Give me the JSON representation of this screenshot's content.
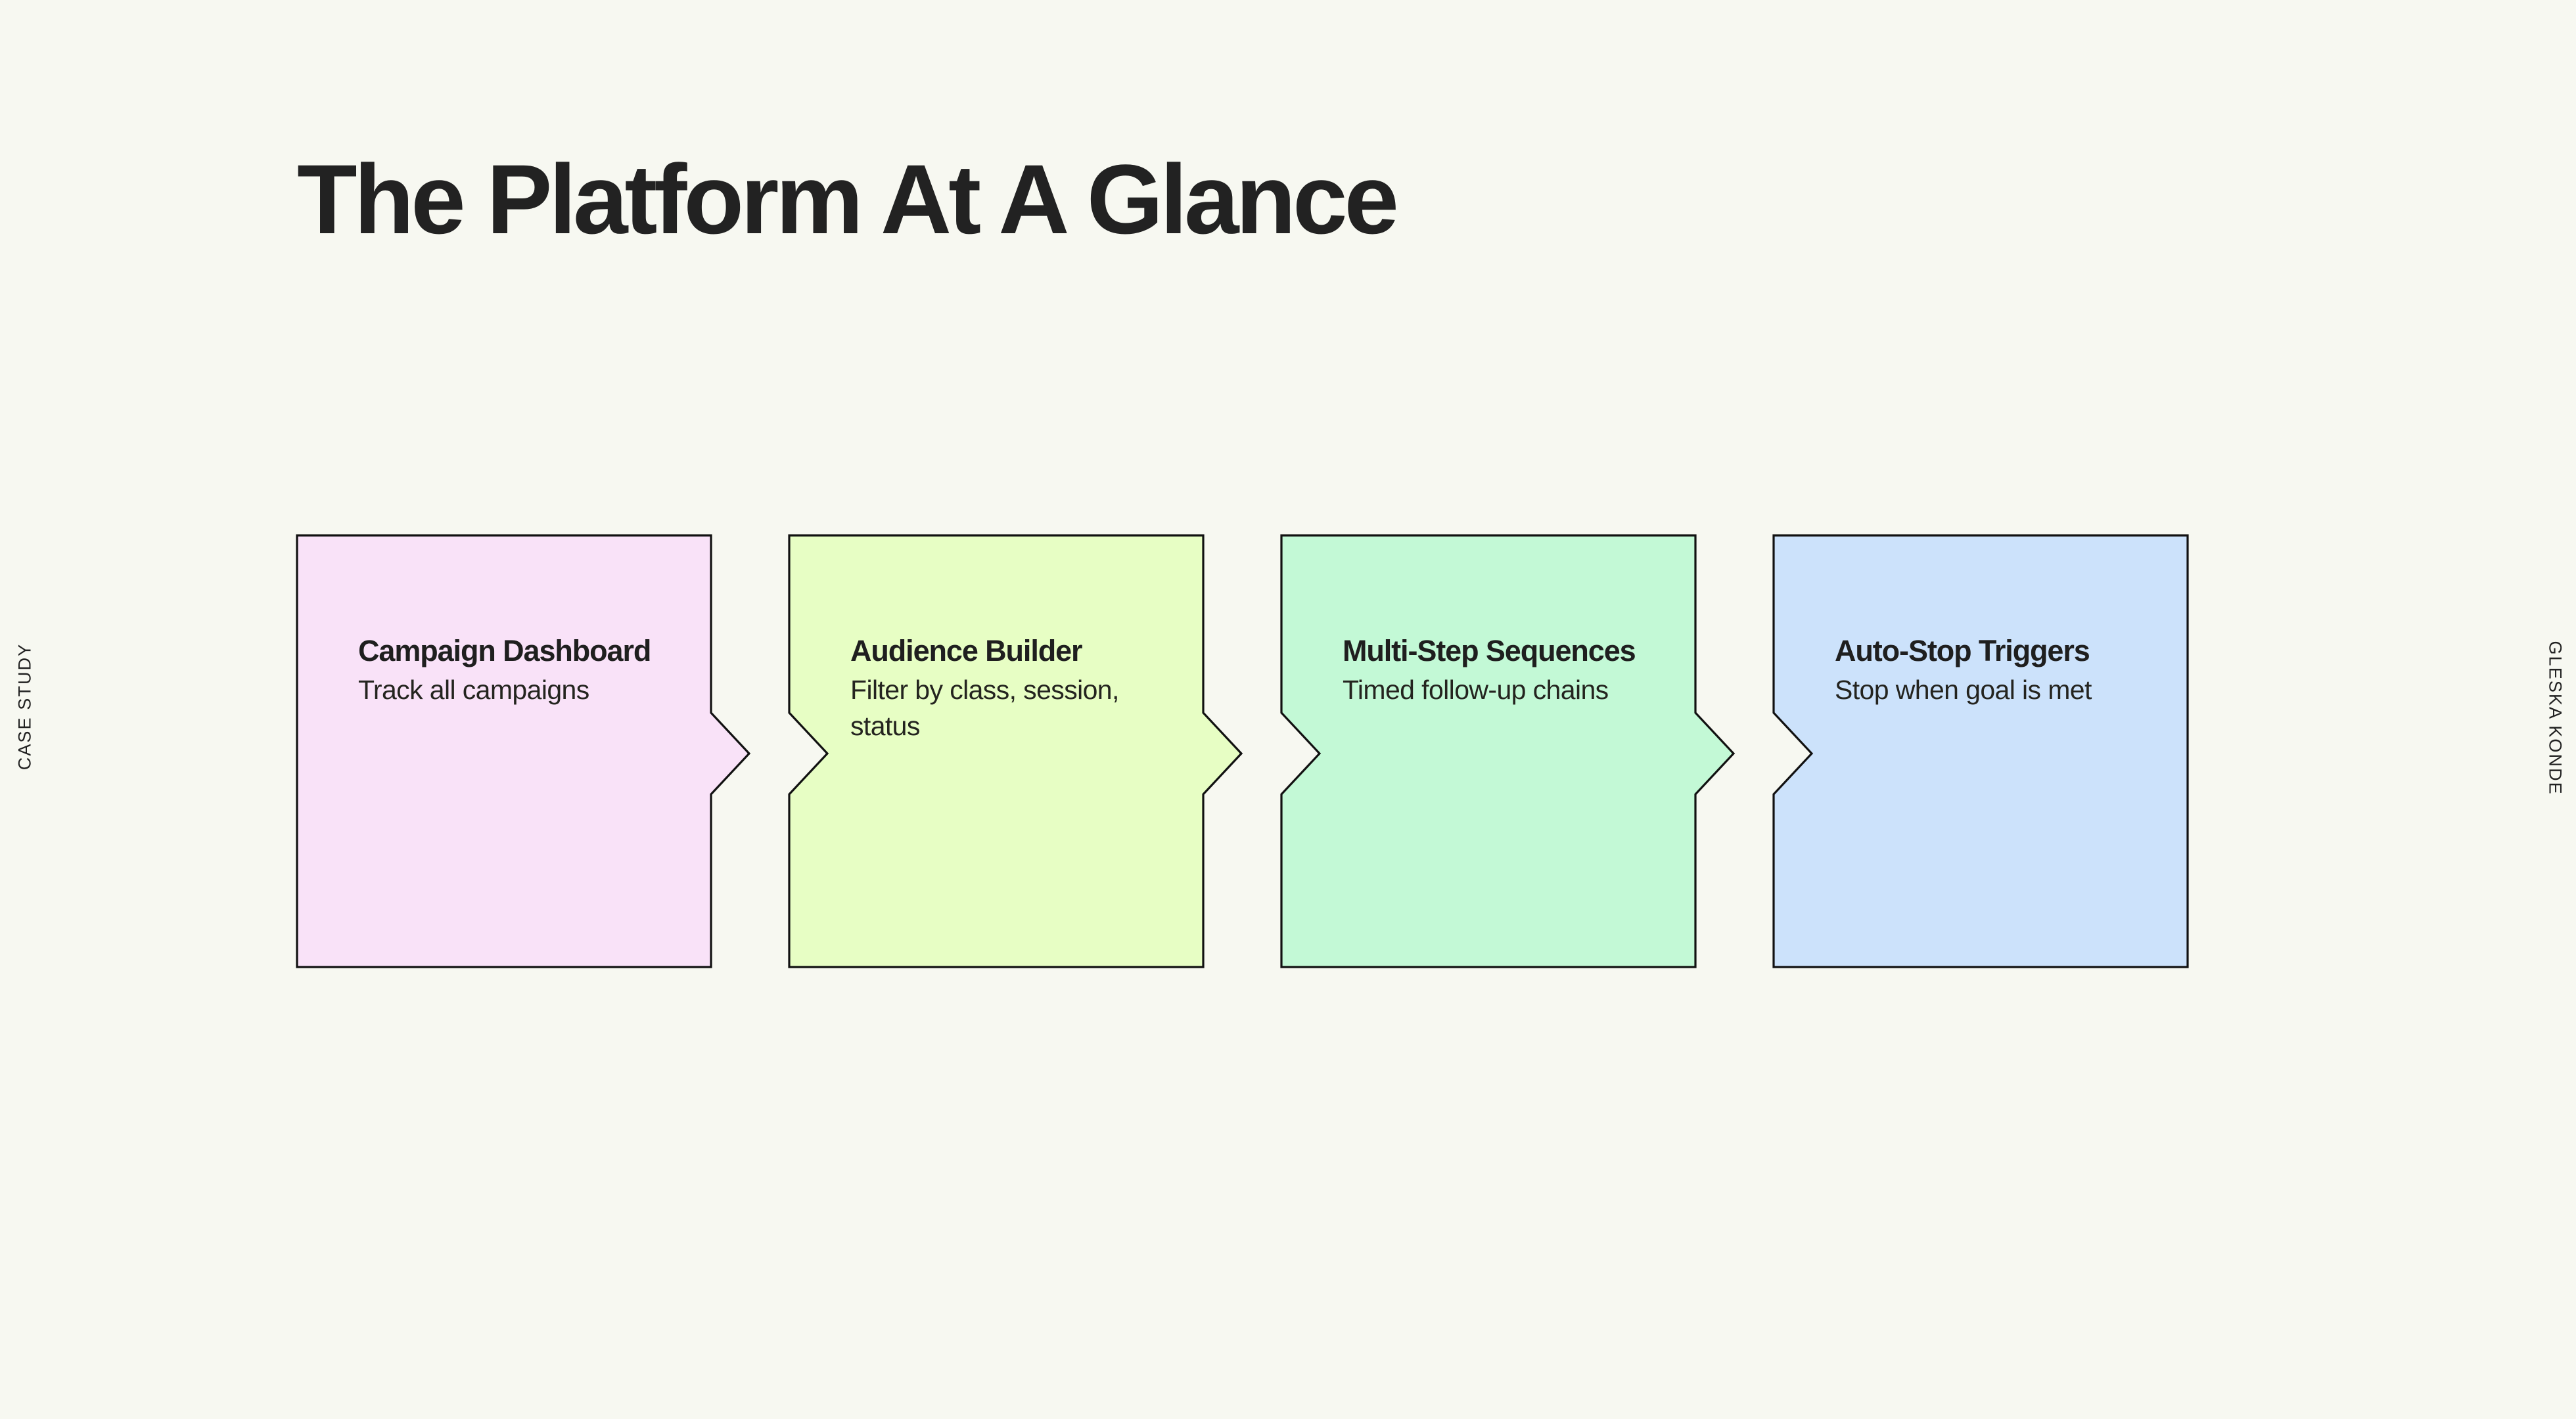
{
  "page": {
    "title": "The Platform At A Glance",
    "background_color": "#F7F8F1",
    "text_color": "#222222",
    "border_color": "#111111"
  },
  "side_labels": {
    "left": "CASE STUDY",
    "right": "GLESKA KONDE"
  },
  "flow": {
    "type": "chevron-process",
    "steps": [
      {
        "heading": "Campaign Dashboard",
        "description": "Track all campaigns",
        "color": "#F9E2F8",
        "has_arrow": true
      },
      {
        "heading": "Audience Builder",
        "description": "Filter by class, session, status",
        "color": "#E7FEC4",
        "has_arrow": true
      },
      {
        "heading": "Multi-Step Sequences",
        "description": "Timed follow-up chains",
        "color": "#C3F9D6",
        "has_arrow": true
      },
      {
        "heading": "Auto-Stop Triggers",
        "description": "Stop when goal is met",
        "color": "#CCE2FB",
        "has_arrow": false
      }
    ]
  }
}
